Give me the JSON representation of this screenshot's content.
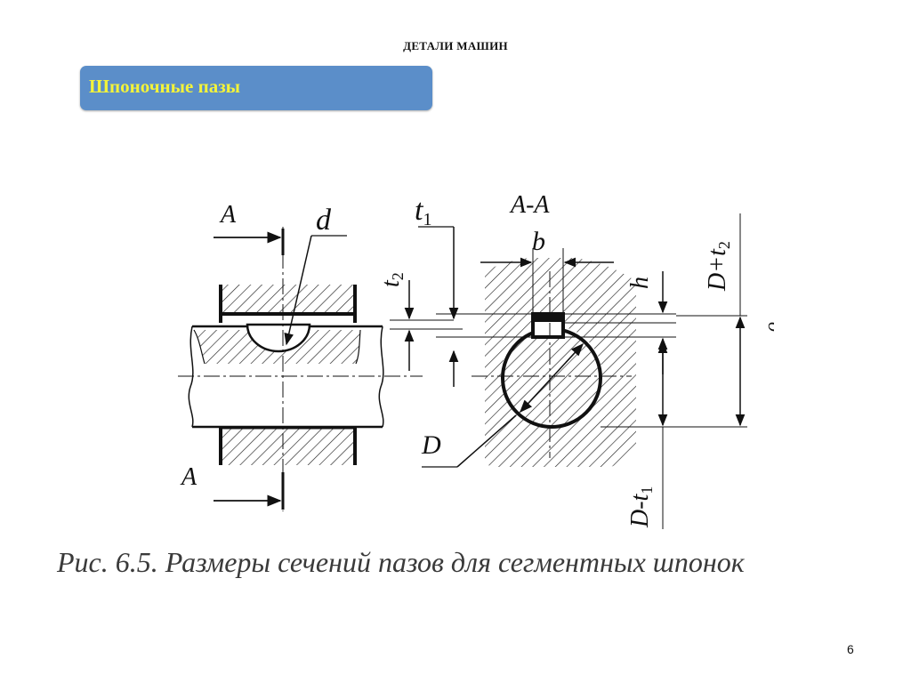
{
  "header": {
    "title": "ДЕТАЛИ МАШИН"
  },
  "section": {
    "title": "Шпоночные пазы"
  },
  "figure": {
    "labels": {
      "section_top": "A",
      "section_bottom": "A",
      "d": "d",
      "t1": "t",
      "t1_sub": "1",
      "t2": "t",
      "t2_sub": "2",
      "section_view": "A-A",
      "b": "b",
      "h": "h",
      "D": "D",
      "D_plus_t2": "D+t",
      "D_plus_t2_sub": "2",
      "D_minus_t1": "D-t",
      "D_minus_t1_sub": "1",
      "circle_mark": "o"
    },
    "caption": "Рис. 6.5. Размеры сечений пазов для сегментных шпонок"
  },
  "page": {
    "number": "6"
  }
}
